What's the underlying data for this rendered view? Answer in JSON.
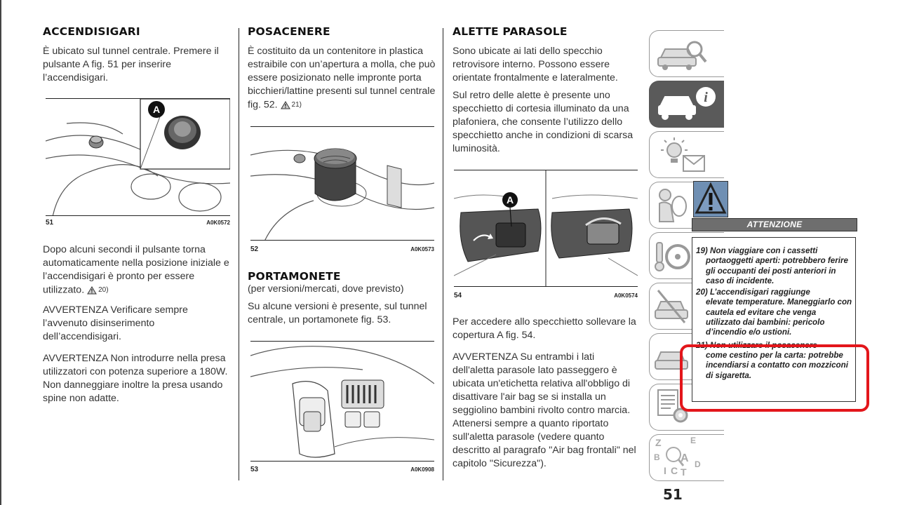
{
  "col1": {
    "title": "ACCENDISIGARI",
    "p1": "È ubicato sul tunnel centrale. Premere il pulsante A fig. 51 per inserire l’accendisigari.",
    "fig": {
      "num": "51",
      "code": "A0K0572",
      "callout": "A"
    },
    "p2": "Dopo alcuni secondi il pulsante torna automaticamente nella posizione iniziale e l’accendisigari è pronto per essere utilizzato.",
    "p2_ref": "20)",
    "p3": "AVVERTENZA Verificare sempre l’avvenuto disinserimento dell’accendisigari.",
    "p4": "AVVERTENZA Non introdurre nella presa utilizzatori con potenza superiore a 180W. Non danneggiare inoltre la presa usando spine non adatte."
  },
  "col2": {
    "title": "POSACENERE",
    "p1": "È costituito da un contenitore in plastica estraibile con un’apertura a molla, che può essere posizionato nelle impronte porta bicchieri/lattine presenti sul tunnel centrale fig. 52.",
    "p1_ref": "21)",
    "fig52": {
      "num": "52",
      "code": "A0K0573"
    },
    "title2": "PORTAMONETE",
    "subnote": "(per versioni/mercati, dove previsto)",
    "p2": "Su alcune versioni è presente, sul tunnel centrale, un portamonete fig. 53.",
    "fig53": {
      "num": "53",
      "code": "A0K0908"
    }
  },
  "col3": {
    "title": "ALETTE PARASOLE",
    "p1": "Sono ubicate ai lati dello specchio retrovisore interno. Possono essere orientate frontalmente e lateralmente.",
    "p2": "Sul retro delle alette è presente uno specchietto di cortesia illuminato da una plafoniera, che consente l’utilizzo dello specchietto anche in condizioni di scarsa luminosità.",
    "fig": {
      "num": "54",
      "code": "A0K0574",
      "callout": "A"
    },
    "p3": "Per accedere allo specchietto sollevare la copertura A fig. 54.",
    "p4": "AVVERTENZA Su entrambi i lati dell'aletta parasole lato passeggero è ubicata un'etichetta relativa all'obbligo di disattivare l'air bag se si installa un seggiolino bambini rivolto contro marcia. Attenersi sempre a quanto riportato sull'aletta parasole (vedere quanto descritto al paragrafo \"Air bag frontali\" nel capitolo \"Sicurezza\")."
  },
  "attention": {
    "label": "ATTENZIONE",
    "items": [
      {
        "num": "19)",
        "first": "Non viaggiare con i cassetti",
        "rest": "portaoggetti aperti: potrebbero ferire gli occupanti dei posti anteriori in caso di incidente."
      },
      {
        "num": "20)",
        "first": "L’accendisigari raggiunge",
        "rest": "elevate temperature. Maneggiarlo con cautela ed evitare che venga utilizzato dai bambini: pericolo d’incendio e/o ustioni."
      },
      {
        "num": "21)",
        "first": "Non utilizzare il posacenere",
        "rest": "come cestino per la carta: potrebbe incendiarsi a contatto con mozziconi di sigaretta."
      }
    ]
  },
  "tabs": {
    "index_letters": [
      "Z",
      "E",
      "B",
      "A",
      "I",
      "C",
      "T",
      "D"
    ],
    "icons": [
      "car-search-icon",
      "car-info-icon",
      "warning-light-envelope-icon",
      "airbag-person-icon",
      "key-steering-wheel-icon",
      "car-emergency-icon",
      "car-service-icon",
      "document-gear-icon",
      "alphabet-index-icon"
    ]
  },
  "page_number": "51",
  "colors": {
    "highlight": "#e3161b",
    "attention_bar": "#6e6e6e",
    "warning_icon_bg": "#6f8fb3",
    "active_tab": "#5a5a5a"
  }
}
